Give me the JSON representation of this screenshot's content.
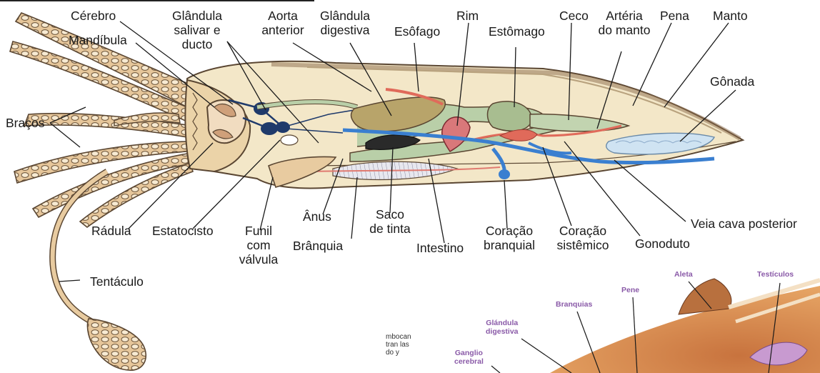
{
  "labels": {
    "cerebro": "Cérebro",
    "glandula_salivar": "Glândula\nsalivar e\nducto",
    "aorta": "Aorta\nanterior",
    "glandula_digestiva": "Glândula\ndigestiva",
    "esofago": "Esôfago",
    "rim": "Rim",
    "estomago": "Estômago",
    "ceco": "Ceco",
    "arteria_manto": "Artéria\ndo manto",
    "pena": "Pena",
    "manto": "Manto",
    "mandibula": "Mandíbula",
    "gonada": "Gônada",
    "bracos": "Braços",
    "radula": "Rádula",
    "estatocisto": "Estatocisto",
    "funil": "Funil\ncom\nválvula",
    "anus": "Ânus",
    "branquia": "Brânquia",
    "saco_tinta": "Saco\nde tinta",
    "intestino": "Intestino",
    "coracao_branquial": "Coração\nbranquial",
    "coracao_sistemico": "Coração\nsistêmico",
    "gonoduto": "Gonoduto",
    "veia_cava": "Veia cava posterior",
    "tentaculo": "Tentáculo"
  },
  "inset": {
    "aleta": "Aleta",
    "testiculos": "Testículos",
    "pene": "Pene",
    "branquias": "Branquias",
    "glandula_digestiva": "Glándula\ndigestiva",
    "ganglio_cerebral": "Ganglio\ncerebral",
    "fragment": "mbocan\ntran las\ndo y"
  },
  "colors": {
    "body": "#f3e7c8",
    "outline": "#5a4632",
    "arm": "#e8cba0",
    "digestive": "#b9cfa8",
    "stomach": "#a8bd90",
    "gland": "#b8a46a",
    "artery": "#e06a5a",
    "vein": "#3a7fd0",
    "nerve": "#1f3a6b",
    "ink_sac": "#2a2a2a",
    "gonad": "#cfe3f2",
    "inset_label": "#8a5aa8"
  }
}
